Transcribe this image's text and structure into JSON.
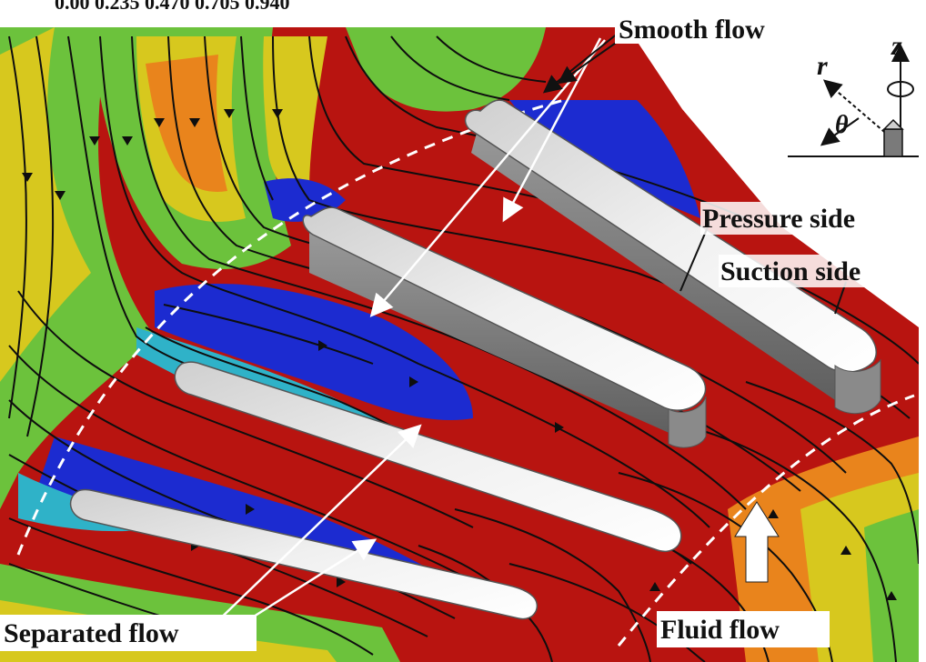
{
  "labels": {
    "smooth_flow": "Smooth flow",
    "pressure_side": "Pressure side",
    "suction_side": "Suction side",
    "separated_flow": "Separated flow",
    "fluid_flow": "Fluid flow"
  },
  "coordinate_axes": {
    "r": "r",
    "z": "z",
    "theta": "θ"
  },
  "top_cut_text": "0.00    0.235    0.470    0.705    0.940",
  "colors": {
    "high_velocity": "#b81410",
    "mid_high": "#e9841c",
    "mid": "#d7c81e",
    "mid_low": "#6cc23c",
    "low_mid": "#2fb2c8",
    "low_velocity": "#1c2bd0",
    "blade_light": "#f4f4f4",
    "blade_dark": "#7a7a7a",
    "streamline": "#0e0e0e",
    "dashed_circle": "#ffffff",
    "label_arrow": "#ffffff"
  }
}
